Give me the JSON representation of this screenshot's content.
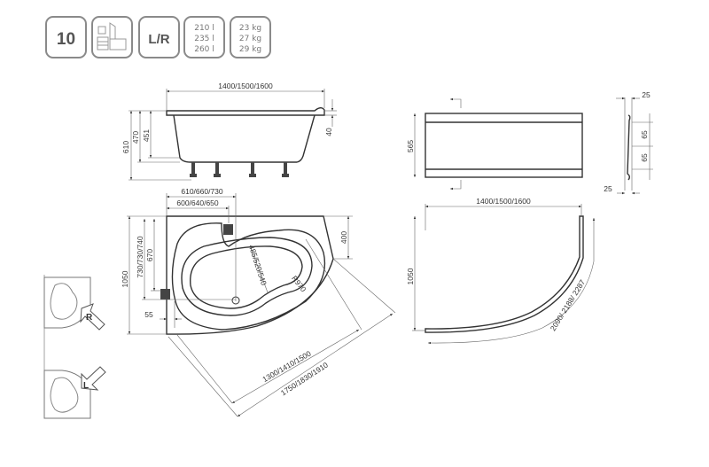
{
  "badges": {
    "sets": "10",
    "orientation": "L/R",
    "volumes": [
      "210 l",
      "235 l",
      "260 l"
    ],
    "weights": [
      "23 kg",
      "27 kg",
      "29 kg"
    ]
  },
  "side_view": {
    "length": "1400/1500/1600",
    "height_total": "610",
    "height_470": "470",
    "height_451": "451",
    "rim": "40"
  },
  "front_panel": {
    "height": "565",
    "profile_top": "25",
    "profile_bottom": "25",
    "profile_a": "65",
    "profile_b": "65"
  },
  "plan_view": {
    "width_outer": "610/660/730",
    "width_inner": "600/640/650",
    "depth": "1050",
    "depth_a": "730/730/740",
    "depth_b": "670",
    "offset": "55",
    "side": "400",
    "basin": "485/520/540",
    "radius": "R970",
    "diag_inner": "1300/1410/1500",
    "diag_outer": "1750/1830/1910"
  },
  "panel_plan": {
    "length": "1400/1500/1600",
    "depth": "1050",
    "arc": "2090/ 2188/ 2287"
  },
  "orientation_icons": {
    "right": "R",
    "left": "L"
  }
}
